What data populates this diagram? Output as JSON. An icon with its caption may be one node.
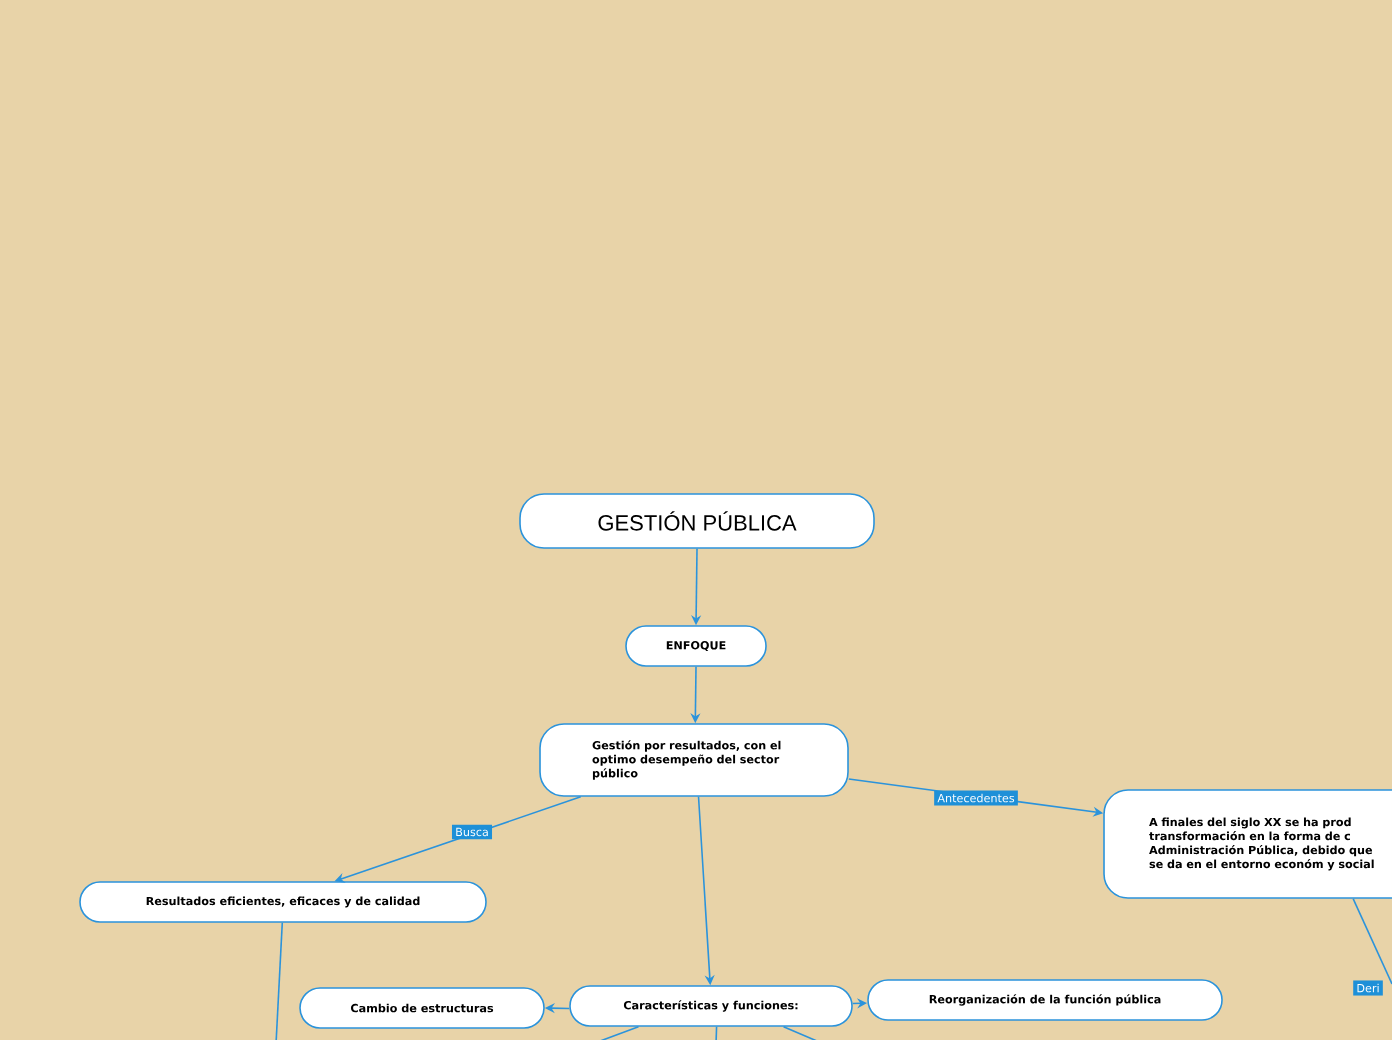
{
  "diagram": {
    "nodes": [
      {
        "text": [
          "GESTIÓN PÚBLICA"
        ]
      },
      {
        "text": [
          "ENFOQUE"
        ]
      },
      {
        "text": [
          "Gestión por resultados, con el optimo desempeño del sector público"
        ]
      },
      {
        "text": [
          "A finales del siglo XX se ha prod transformación en la forma de c Administración Pública, debido que se da en el entorno económ y social"
        ]
      },
      {
        "text": [
          "Resultados eficientes, eficaces y de calidad"
        ]
      },
      {
        "text": [
          "Cambio de estructuras"
        ]
      },
      {
        "text": [
          "Características y funciones:"
        ]
      },
      {
        "text": [
          "Reorganización de la función pública"
        ]
      }
    ],
    "edges": [
      {
        "from": 0,
        "to": 1,
        "arrow": "to"
      },
      {
        "from": 1,
        "to": 2,
        "arrow": "to"
      },
      {
        "from": 2,
        "to": 4,
        "arrow": "to",
        "label": "Busca"
      },
      {
        "from": 2,
        "to": 3,
        "arrow": "to",
        "label": "Antecedentes"
      },
      {
        "from": 2,
        "to": 6,
        "arrow": "to"
      },
      {
        "from": 6,
        "to": 5,
        "arrow": "to"
      },
      {
        "from": 6,
        "to": 7,
        "arrow": "to"
      },
      {
        "from": 3,
        "to": null,
        "arrow": "none",
        "label": "Deri"
      },
      {
        "from": 4,
        "to": null,
        "arrow": "none"
      },
      {
        "from": 6,
        "to": null,
        "arrow": "none"
      },
      {
        "from": 6,
        "to": null,
        "arrow": "none"
      },
      {
        "from": 6,
        "to": null,
        "arrow": "none"
      }
    ]
  }
}
